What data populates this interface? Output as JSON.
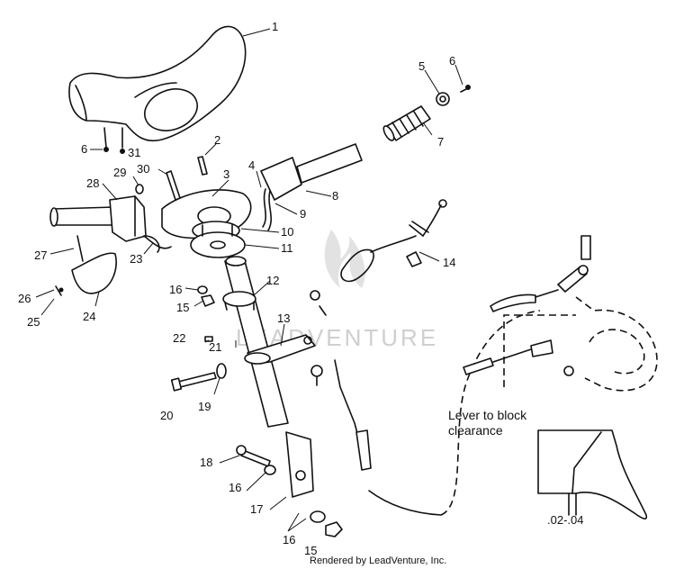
{
  "callouts": [
    {
      "id": "c1",
      "label": "1"
    },
    {
      "id": "c2",
      "label": "2"
    },
    {
      "id": "c3",
      "label": "3"
    },
    {
      "id": "c4",
      "label": "4"
    },
    {
      "id": "c5",
      "label": "5"
    },
    {
      "id": "c6a",
      "label": "6"
    },
    {
      "id": "c6b",
      "label": "6"
    },
    {
      "id": "c7",
      "label": "7"
    },
    {
      "id": "c8",
      "label": "8"
    },
    {
      "id": "c9",
      "label": "9"
    },
    {
      "id": "c10",
      "label": "10"
    },
    {
      "id": "c11",
      "label": "11"
    },
    {
      "id": "c12",
      "label": "12"
    },
    {
      "id": "c13",
      "label": "13"
    },
    {
      "id": "c14",
      "label": "14"
    },
    {
      "id": "c15a",
      "label": "15"
    },
    {
      "id": "c15b",
      "label": "15"
    },
    {
      "id": "c16a",
      "label": "16"
    },
    {
      "id": "c16b",
      "label": "16"
    },
    {
      "id": "c16c",
      "label": "16"
    },
    {
      "id": "c17",
      "label": "17"
    },
    {
      "id": "c18",
      "label": "18"
    },
    {
      "id": "c19",
      "label": "19"
    },
    {
      "id": "c20",
      "label": "20"
    },
    {
      "id": "c21",
      "label": "21"
    },
    {
      "id": "c22",
      "label": "22"
    },
    {
      "id": "c23",
      "label": "23"
    },
    {
      "id": "c24",
      "label": "24"
    },
    {
      "id": "c25",
      "label": "25"
    },
    {
      "id": "c26",
      "label": "26"
    },
    {
      "id": "c27",
      "label": "27"
    },
    {
      "id": "c28",
      "label": "28"
    },
    {
      "id": "c29",
      "label": "29"
    },
    {
      "id": "c30",
      "label": "30"
    },
    {
      "id": "c31",
      "label": "31"
    }
  ],
  "notes": {
    "lever_line1": "Lever to block",
    "lever_line2": "clearance",
    "clearance_value": ".02-.04"
  },
  "watermark": "LEADVENTURE",
  "footer": {
    "credit": "Rendered by LeadVenture, Inc."
  }
}
